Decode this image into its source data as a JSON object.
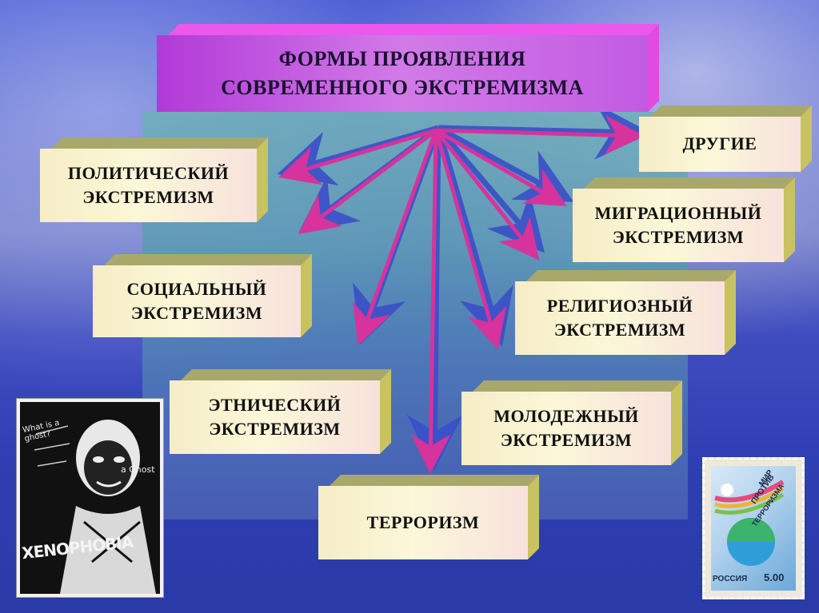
{
  "title": {
    "line1": "ФОРМЫ ПРОЯВЛЕНИЯ",
    "line2": "СОВРЕМЕННОГО ЭКСТРЕМИЗМА"
  },
  "forms": {
    "political": {
      "line1": "ПОЛИТИЧЕСКИЙ",
      "line2": "ЭКСТРЕМИЗМ"
    },
    "social": {
      "line1": "СОЦИАЛЬНЫЙ",
      "line2": "ЭКСТРЕМИЗМ"
    },
    "ethnic": {
      "line1": "ЭТНИЧЕСКИЙ",
      "line2": "ЭКСТРЕМИЗМ"
    },
    "terrorism": {
      "line1": "ТЕРРОРИЗМ"
    },
    "youth": {
      "line1": "МОЛОДЕЖНЫЙ",
      "line2": "ЭКСТРЕМИЗМ"
    },
    "religious": {
      "line1": "РЕЛИГИОЗНЫЙ",
      "line2": "ЭКСТРЕМИЗМ"
    },
    "migration": {
      "line1": "МИГРАЦИОННЫЙ",
      "line2": "ЭКСТРЕМИЗМ"
    },
    "other": {
      "line1": "ДРУГИЕ"
    }
  },
  "poster": {
    "word": "XENOPHOBIA",
    "question": "What is a ghost?",
    "ghost": "a Ghost"
  },
  "stamp": {
    "country": "РОССИЯ",
    "value": "5.00",
    "slogan1": "МИР",
    "slogan2": "ПРОТИВ",
    "slogan3": "ТЕРРОРИЗМА"
  },
  "colors": {
    "arrow": "#d6339c",
    "arrow_shadow": "#3a4fc8",
    "box_face": "#fbf7d8",
    "title_face": "#c25be2"
  }
}
